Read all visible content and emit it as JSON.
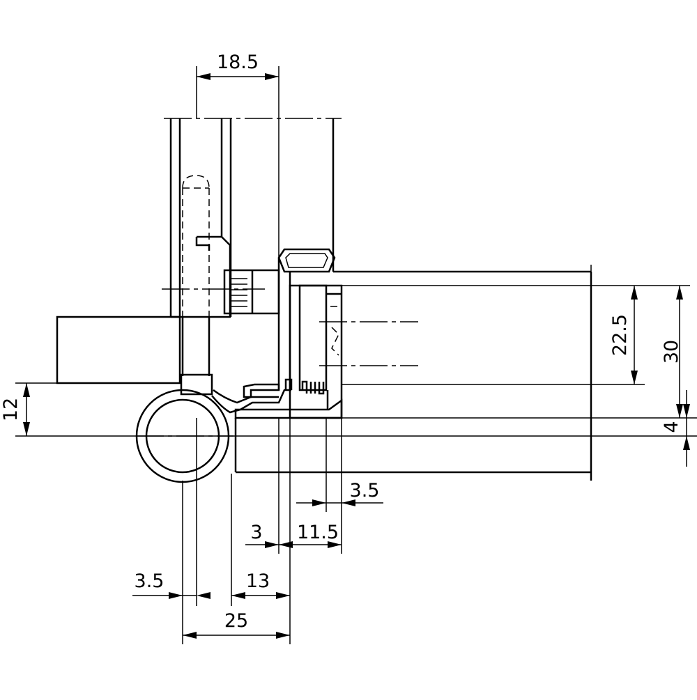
{
  "drawing": {
    "dimensions": {
      "top_width": "18.5",
      "height_inner": "22.5",
      "height_outer": "30",
      "offset_left": "12",
      "offset_right": "4",
      "gap_small": "3.5",
      "gap_3": "3",
      "gap_11_5": "11.5",
      "gap_left_3_5": "3.5",
      "gap_13": "13",
      "total_25": "25"
    }
  }
}
